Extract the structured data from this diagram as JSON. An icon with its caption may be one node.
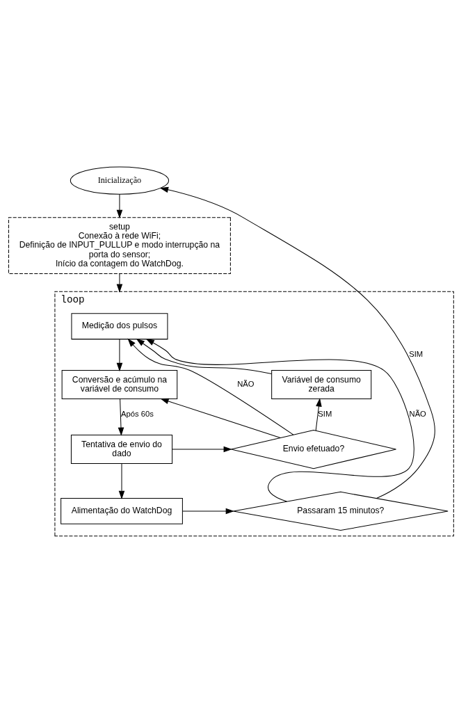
{
  "diagram": {
    "nodes": [
      {
        "text": [
          "Inicialização"
        ]
      },
      {
        "text": [
          "setup",
          "Conexão à rede WiFi;",
          "Definição de INPUT_PULLUP e modo interrupção na porta do sensor;",
          "Início da contagem do WatchDog."
        ]
      },
      {
        "text": [
          "loop"
        ]
      },
      {
        "text": [
          "Medição dos pulsos"
        ],
        "in": 2
      },
      {
        "text": [
          "Conversão e acúmulo na variável de consumo"
        ],
        "in": 2
      },
      {
        "text": [
          "Tentativa de envio do dado"
        ],
        "in": 2
      },
      {
        "text": [
          "Envio efetuado?"
        ],
        "in": 2
      },
      {
        "text": [
          "Variável de consumo zerada"
        ],
        "in": 2
      },
      {
        "text": [
          "Alimentação do WatchDog"
        ],
        "in": 2
      },
      {
        "text": [
          "Passaram 15 minutos?"
        ],
        "in": 2
      }
    ],
    "edges": [
      {
        "from": 0,
        "to": 1,
        "arrow": "to"
      },
      {
        "from": 1,
        "to": 2,
        "arrow": "to"
      },
      {
        "from": 3,
        "to": 4,
        "arrow": "to"
      },
      {
        "from": 4,
        "to": 5,
        "arrow": "to",
        "label": "Após 60s"
      },
      {
        "from": 5,
        "to": 6,
        "arrow": "to"
      },
      {
        "from": 6,
        "to": 7,
        "arrow": "to",
        "label": "SIM"
      },
      {
        "from": 7,
        "to": 3,
        "arrow": "to"
      },
      {
        "from": 6,
        "to": 3,
        "arrow": "to",
        "label": "NÃO"
      },
      {
        "from": 6,
        "to": 4,
        "arrow": "to"
      },
      {
        "from": 5,
        "to": 8,
        "arrow": "to"
      },
      {
        "from": 8,
        "to": 9,
        "arrow": "to"
      },
      {
        "from": 9,
        "to": 0,
        "arrow": "to",
        "label": "SIM"
      },
      {
        "from": 9,
        "to": 3,
        "arrow": "to",
        "label": "NÃO"
      }
    ]
  }
}
